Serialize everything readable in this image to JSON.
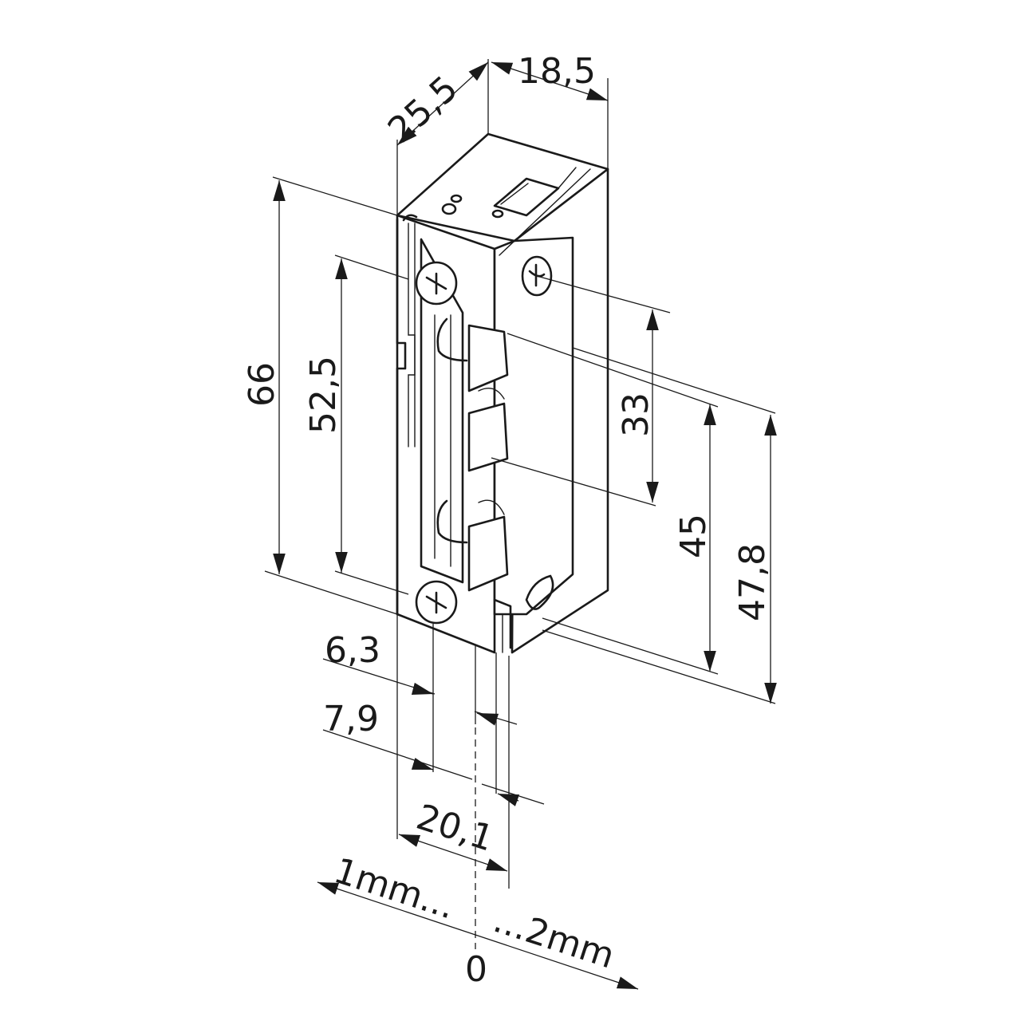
{
  "drawing": {
    "subject": "Electric door strike — isometric dimension drawing",
    "units": "mm",
    "line_color": "#1a1a1a",
    "background": "#ffffff"
  },
  "dimensions": {
    "depth": "25,5",
    "width_top": "18,5",
    "overall_height": "66",
    "screw_spacing": "52,5",
    "latch_center": "33",
    "latch_opening": "45",
    "faceplate_height": "47,8",
    "screw_offset": "6,3",
    "latch_offset": "7,9",
    "total_width": "20,1"
  },
  "adjustment": {
    "left_label": "1mm...",
    "right_label": "...2mm",
    "zero_label": "0"
  }
}
